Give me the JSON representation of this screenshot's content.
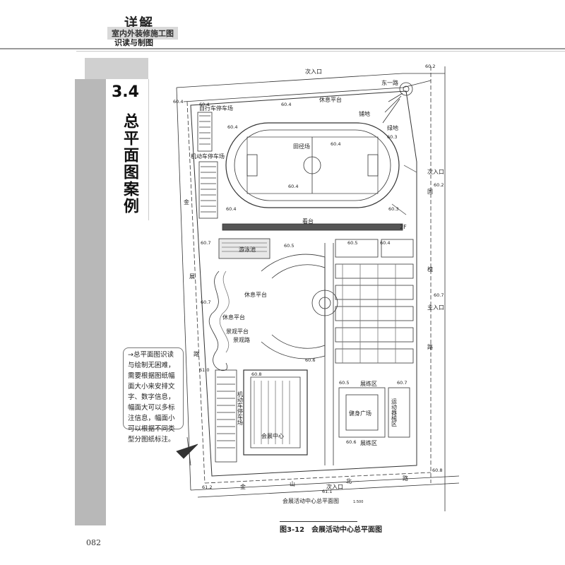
{
  "header": {
    "title": "详解",
    "subtitle": "室内外装修施工图",
    "subtitle2": "识读与制图"
  },
  "section": {
    "number": "3.4",
    "title": "总平面图案例"
  },
  "note": {
    "text": "→总平面图识读与绘制无困难，需要根据图纸幅面大小来安排文字、数字信息，幅面大可以多标注信息，幅面小可以根据不同类型分图纸标注。"
  },
  "plan": {
    "drawing_title": "会展活动中心总平面图",
    "scale": "1:500",
    "labels": {
      "entry_top": "次入口",
      "entry_right": "次入口",
      "entry_right2": "主入口",
      "entry_bottom": "次入口",
      "bike_parking": "自行车停车场",
      "motor_parking": "机动车停车场",
      "motor_parking2": "机动车停车场",
      "rest_platform1": "休息平台",
      "rest_platform2": "休息平台",
      "rest_platform3": "休息平台",
      "viewing_platform": "景观平台",
      "scenic_road": "景观路",
      "green1": "绿地",
      "green2": "铺地",
      "track_field": "田径场",
      "stand": "看台",
      "swimming_pool": "游泳池",
      "expo_area1": "展练区",
      "expo_area2": "展练区",
      "fitness_square": "健身广场",
      "equipment_area": "运动器械区",
      "expo_center": "会展中心",
      "floors_2f": "2F",
      "road_top": "东一路",
      "road_right_1": "国",
      "road_right_2": "槐",
      "road_right_3": "路",
      "road_left_1": "金",
      "road_left_2": "展",
      "road_left_3": "路",
      "road_bottom_1": "金",
      "road_bottom_2": "山",
      "road_bottom_3": "北",
      "road_bottom_4": "路"
    },
    "elevations": [
      "60.2",
      "60.4",
      "60.4",
      "60.4",
      "60.4",
      "60.4",
      "60.3",
      "60.4",
      "60.2",
      "60.4",
      "60.3",
      "60.5",
      "60.7",
      "60.5",
      "60.4",
      "60.7",
      "60.6",
      "60.5",
      "60.7",
      "61.0",
      "60.8",
      "60.6",
      "60.7",
      "60.8",
      "61.2",
      "61.1"
    ]
  },
  "caption": "图3-12　会展活动中心总平面图",
  "page_number": "082",
  "colors": {
    "band": "#b8b8b8",
    "tab": "#d0d0d0",
    "line": "#333333"
  }
}
